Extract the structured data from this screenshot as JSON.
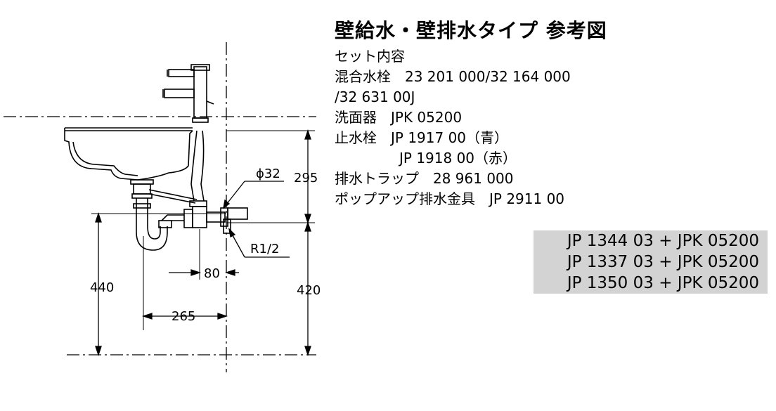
{
  "title": "壁給水・壁排水タイプ 参考図",
  "spec": {
    "heading": "セット内容",
    "lines": [
      "混合水栓　23 201 000/32 164 000",
      "/32 631 00J",
      "洗面器　JPK 05200",
      "止水栓　JP 1917 00（青）",
      "JP 1918 00（赤）",
      "排水トラップ　28 961 000",
      "ポップアップ排水金具　JP 2911 00"
    ]
  },
  "models": [
    "JP 1344 03 + JPK 05200",
    "JP 1337 03 + JPK 05200",
    "JP 1350 03 + JPK 05200"
  ],
  "dimensions": {
    "d295": "295",
    "d440": "440",
    "d420": "420",
    "d265": "265",
    "d80": "80",
    "phi32": "ϕ32",
    "r12": "R1/2"
  },
  "colors": {
    "line": "#000000",
    "models_bg": "#d3d3d3"
  }
}
